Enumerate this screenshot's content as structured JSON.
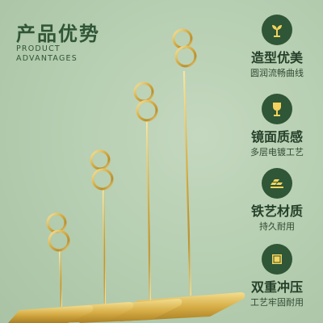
{
  "header": {
    "title_zh": "产品优势",
    "title_en_line1": "PRODUCT",
    "title_en_line2": "ADVANTAGES"
  },
  "features": [
    {
      "icon": "sprout-icon",
      "title": "造型优美",
      "subtitle": "圆润流畅曲线"
    },
    {
      "icon": "goblet-icon",
      "title": "镜面质感",
      "subtitle": "多层电镀工艺"
    },
    {
      "icon": "iron-bars-icon",
      "title": "铁艺材质",
      "subtitle": "持久耐用"
    },
    {
      "icon": "square-icon",
      "title": "双重冲压",
      "subtitle": "工艺牢固耐用"
    }
  ],
  "colors": {
    "background": "#b3cbae",
    "accent": "#2f5636",
    "gold": "#d8b24a"
  }
}
